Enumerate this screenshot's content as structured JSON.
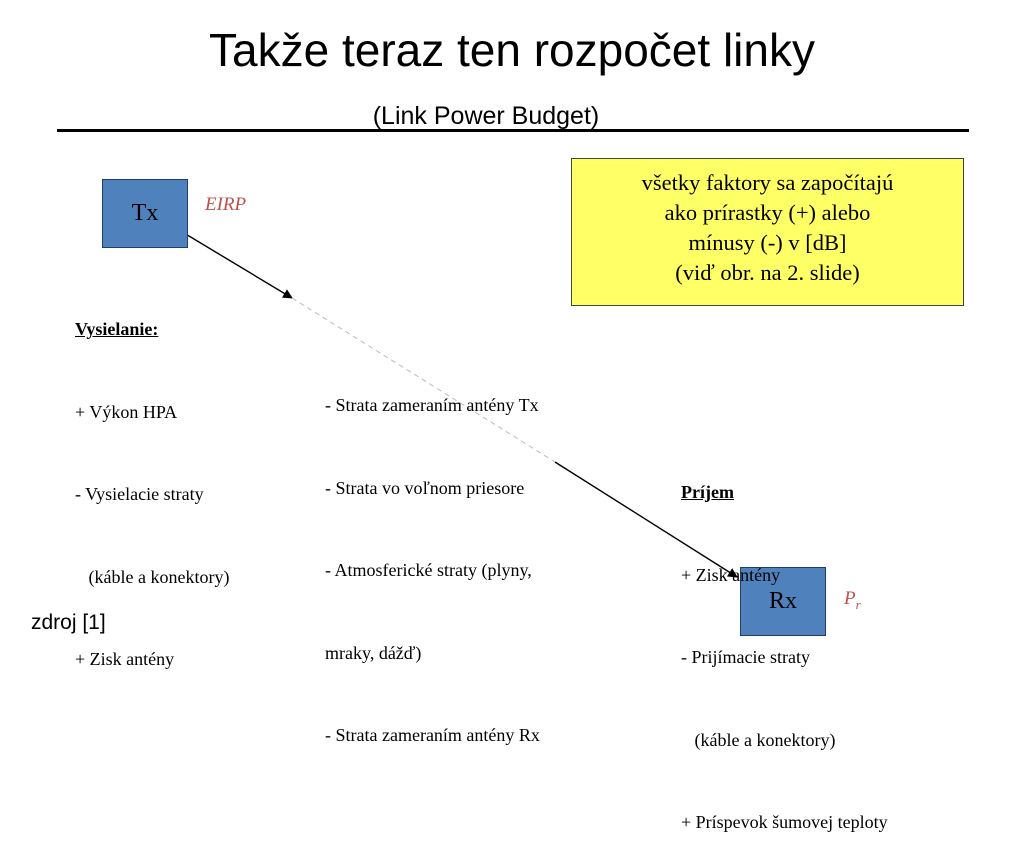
{
  "title": "Takže teraz ten rozpočet linky",
  "subtitle": "(Link Power Budget)",
  "tx": {
    "label": "Tx",
    "tag": "EIRP"
  },
  "rx": {
    "label": "Rx",
    "tag_base": "P",
    "tag_sub": "r"
  },
  "note": {
    "lines": [
      "všetky faktory sa započítajú",
      "ako prírastky (+)  alebo",
      "mínusy (-) v [dB]",
      "(viď obr. na 2. slide)"
    ]
  },
  "transmit": {
    "heading": "Vysielanie:",
    "lines": [
      "+ Výkon HPA",
      "- Vysielacie straty",
      "   (káble a konektory)",
      "+ Zisk antény"
    ]
  },
  "path": {
    "lines": [
      "- Strata zameraním antény Tx",
      "- Strata vo voľnom priesore",
      "- Atmosferické straty (plyny,",
      "mraky, dážď)",
      "- Strata zameraním antény Rx"
    ]
  },
  "receive": {
    "heading": "Príjem",
    "lines": [
      "+ Zisk antény",
      "- Prijímacie straty",
      "   (káble a konektory)",
      "+ Príspevok šumovej teploty"
    ]
  },
  "source": "zdroj [1]"
}
